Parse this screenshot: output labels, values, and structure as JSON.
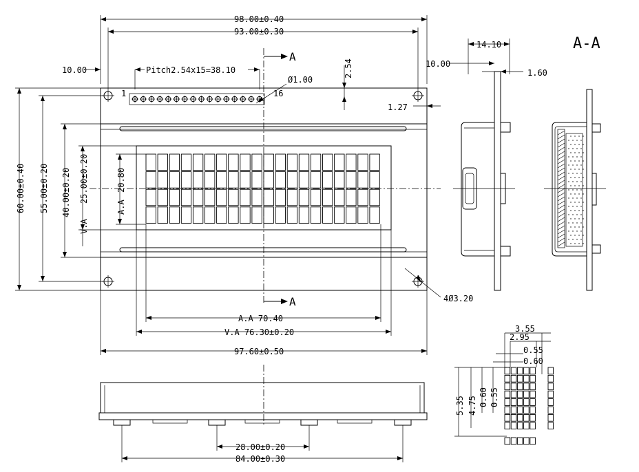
{
  "section_label": "A-A",
  "section_marker": "A",
  "dims": {
    "outer_width": "98.00±0.40",
    "hole_spacing": "93.00±0.30",
    "pin_offset": "10.00",
    "pitch": "Pitch2.54x15=38.10",
    "pin_height": "2.54",
    "pin_dia": "Ø1.00",
    "pin_first": "1",
    "pin_last": "16",
    "pin_margin": "1.27",
    "outer_height": "60.00±0.40",
    "hole_vspacing": "55.00±0.20",
    "bezel_height": "40.00±0.20",
    "va_height": "25.00±0.20",
    "aa_height": "20.80",
    "va_label": "V.A",
    "aa_label": "A.A",
    "mount_holes": "4Ø3.20",
    "aa_width": "A.A 70.40",
    "va_width": "V.A 76.30±0.20",
    "pcb_width": "97.60±0.50",
    "pin_pitch_bottom": "28.00±0.20",
    "pin_span_bottom": "84.00±0.30",
    "side_depth": "14.10",
    "side_offset": "10.00",
    "side_pcb": "1.60",
    "char_w": "3.55",
    "char_dot_w": "2.95",
    "dot_w": "0.55",
    "dot_pitch_w": "0.60",
    "char_h": "5.35",
    "char_dot_h": "4.75",
    "dot_pitch_h": "0.60",
    "dot_h": "0.55"
  }
}
